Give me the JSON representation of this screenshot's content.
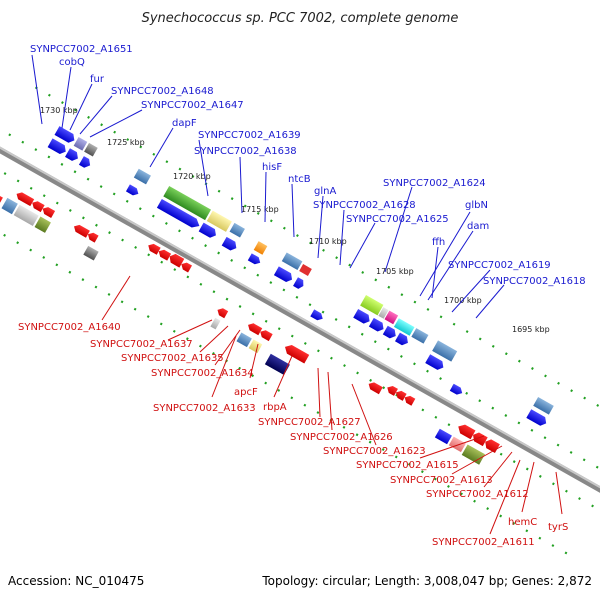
{
  "title": "Synechococcus sp. PCC 7002, complete genome",
  "footer": {
    "accession": "Accession: NC_010475",
    "summary": "Topology: circular; Length: 3,008,047 bp; Genes: 2,872"
  },
  "kbp_labels": [
    {
      "text": "1730 kbp"
    },
    {
      "text": "1725 kbp"
    },
    {
      "text": "1720 kbp"
    },
    {
      "text": "1715 kbp"
    },
    {
      "text": "1710 kbp"
    },
    {
      "text": "1705 kbp"
    },
    {
      "text": "1700 kbp"
    },
    {
      "text": "1695 kbp"
    }
  ],
  "top_labels": [
    {
      "text": "SYNPCC7002_A1651"
    },
    {
      "text": "cobQ"
    },
    {
      "text": "fur"
    },
    {
      "text": "SYNPCC7002_A1648"
    },
    {
      "text": "SYNPCC7002_A1647"
    },
    {
      "text": "dapF"
    },
    {
      "text": "SYNPCC7002_A1639"
    },
    {
      "text": "SYNPCC7002_A1638"
    },
    {
      "text": "hisF"
    },
    {
      "text": "ntcB"
    },
    {
      "text": "glnA"
    },
    {
      "text": "SYNPCC7002_A1628"
    },
    {
      "text": "SYNPCC7002_A1625"
    },
    {
      "text": "SYNPCC7002_A1624"
    },
    {
      "text": "glbN"
    },
    {
      "text": "dam"
    },
    {
      "text": "ffh"
    },
    {
      "text": "SYNPCC7002_A1619"
    },
    {
      "text": "SYNPCC7002_A1618"
    }
  ],
  "bottom_labels": [
    {
      "text": "SYNPCC7002_A1640"
    },
    {
      "text": "SYNPCC7002_A1637"
    },
    {
      "text": "SYNPCC7002_A1635"
    },
    {
      "text": "SYNPCC7002_A1634"
    },
    {
      "text": "apcF"
    },
    {
      "text": "SYNPCC7002_A1633"
    },
    {
      "text": "rbpA"
    },
    {
      "text": "SYNPCC7002_A1627"
    },
    {
      "text": "SYNPCC7002_A1626"
    },
    {
      "text": "SYNPCC7002_A1623"
    },
    {
      "text": "SYNPCC7002_A1615"
    },
    {
      "text": "SYNPCC7002_A1613"
    },
    {
      "text": "SYNPCC7002_A1612"
    },
    {
      "text": "hemC"
    },
    {
      "text": "tyrS"
    },
    {
      "text": "SYNPCC7002_A1611"
    }
  ],
  "colors": {
    "forward_label": "#1a1ad0",
    "reverse_label": "#d01010",
    "backbone": "#888888",
    "tick": "#22a022"
  }
}
